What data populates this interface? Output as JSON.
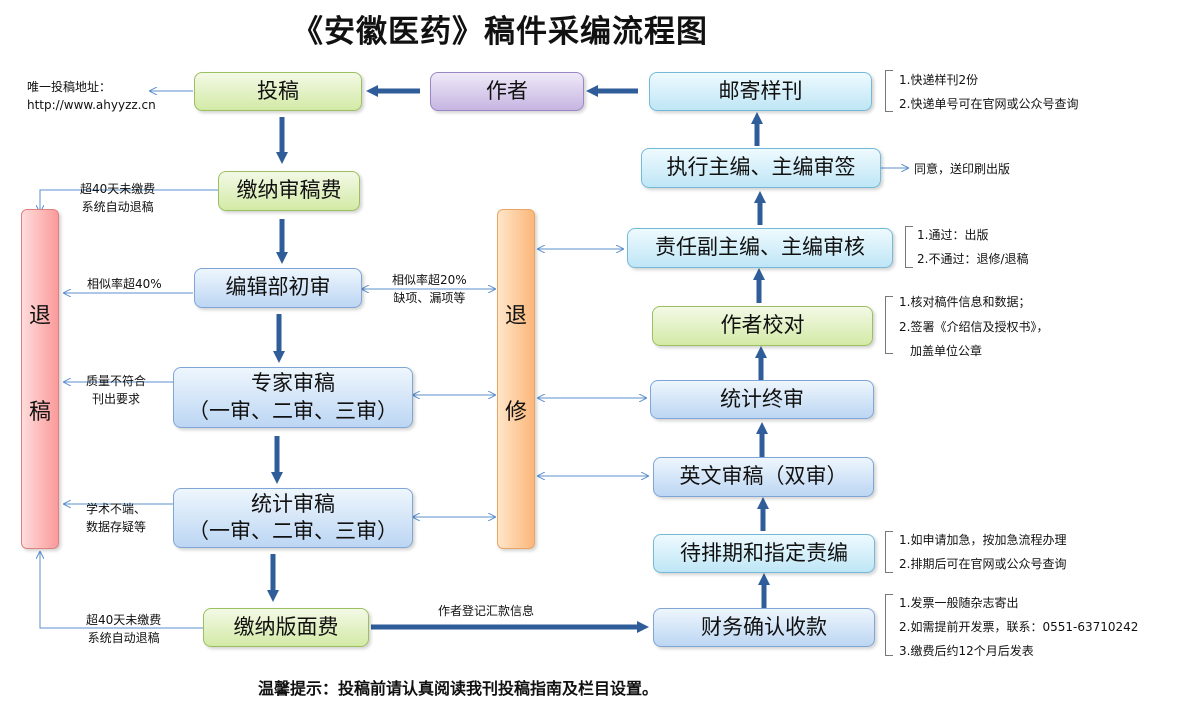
{
  "title": "《安徽医药》稿件采编流程图",
  "tip": "温馨提示：投稿前请认真阅读我刊投稿指南及栏目设置。",
  "boxes": {
    "tougao": "投稿",
    "zuozhe": "作者",
    "youji": "邮寄样刊",
    "jiaona_shengao": "缴纳审稿费",
    "zhixing": "执行主编、主编审签",
    "zeren": "责任副主编、主编审核",
    "bianji": "编辑部初审",
    "zuozhe_jiaodui": "作者校对",
    "zhuanjia_l1": "专家审稿",
    "zhuanjia_l2": "（一审、二审、三审）",
    "tongji_zhongshen": "统计终审",
    "yingwen": "英文审稿（双审）",
    "tongji_l1": "统计审稿",
    "tongji_l2": "（一审、二审、三审）",
    "daipai": "待排期和指定责编",
    "banmian": "缴纳版面费",
    "caiwu": "财务确认收款",
    "tuigao": [
      "退",
      "稿"
    ],
    "tuixiu": [
      "退",
      "修"
    ]
  },
  "notes": {
    "address_l1": "唯一投稿地址：",
    "address_l2": "http://www.ahyyzz.cn",
    "overdue1_l1": "超40天未缴费",
    "overdue1_l2": "系统自动退稿",
    "similar_reject": "相似率超40%",
    "similar_revise_l1": "相似率超20%",
    "similar_revise_l2": "缺项、漏项等",
    "quality_l1": "质量不符合",
    "quality_l2": "刊出要求",
    "academic_l1": "学术不端、",
    "academic_l2": "数据存疑等",
    "overdue2_l1": "超40天未缴费",
    "overdue2_l2": "系统自动退稿",
    "register": "作者登记汇款信息",
    "mail_1": "1.快递样刊2份",
    "mail_2": "2.快递单号可在官网或公众号查询",
    "agree": "同意，送印刷出版",
    "review_1": "1.通过：出版",
    "review_2": "2.不通过：退修/退稿",
    "proof_1": "1.核对稿件信息和数据；",
    "proof_2": "2.签署《介绍信及授权书》，",
    "proof_3": "加盖单位公章",
    "schedule_1": "1.如申请加急，按加急流程办理",
    "schedule_2": "2.排期后可在官网或公众号查询",
    "finance_1": "1.发票一般随杂志寄出",
    "finance_2": "2.如需提前开发票，联系：0551-63710242",
    "finance_3": "3.缴费后约12个月后发表"
  },
  "colors": {
    "flow_arrow": "#2e5d99",
    "thin_arrow": "#5b8fcc",
    "green_box": "#d3eaa6",
    "blue_box": "#bcd6f3",
    "purple_box": "#c6b5e2",
    "cyan_box": "#bfe6f6",
    "red_box": "#fb9a9a",
    "orange_box": "#fbb77a"
  }
}
